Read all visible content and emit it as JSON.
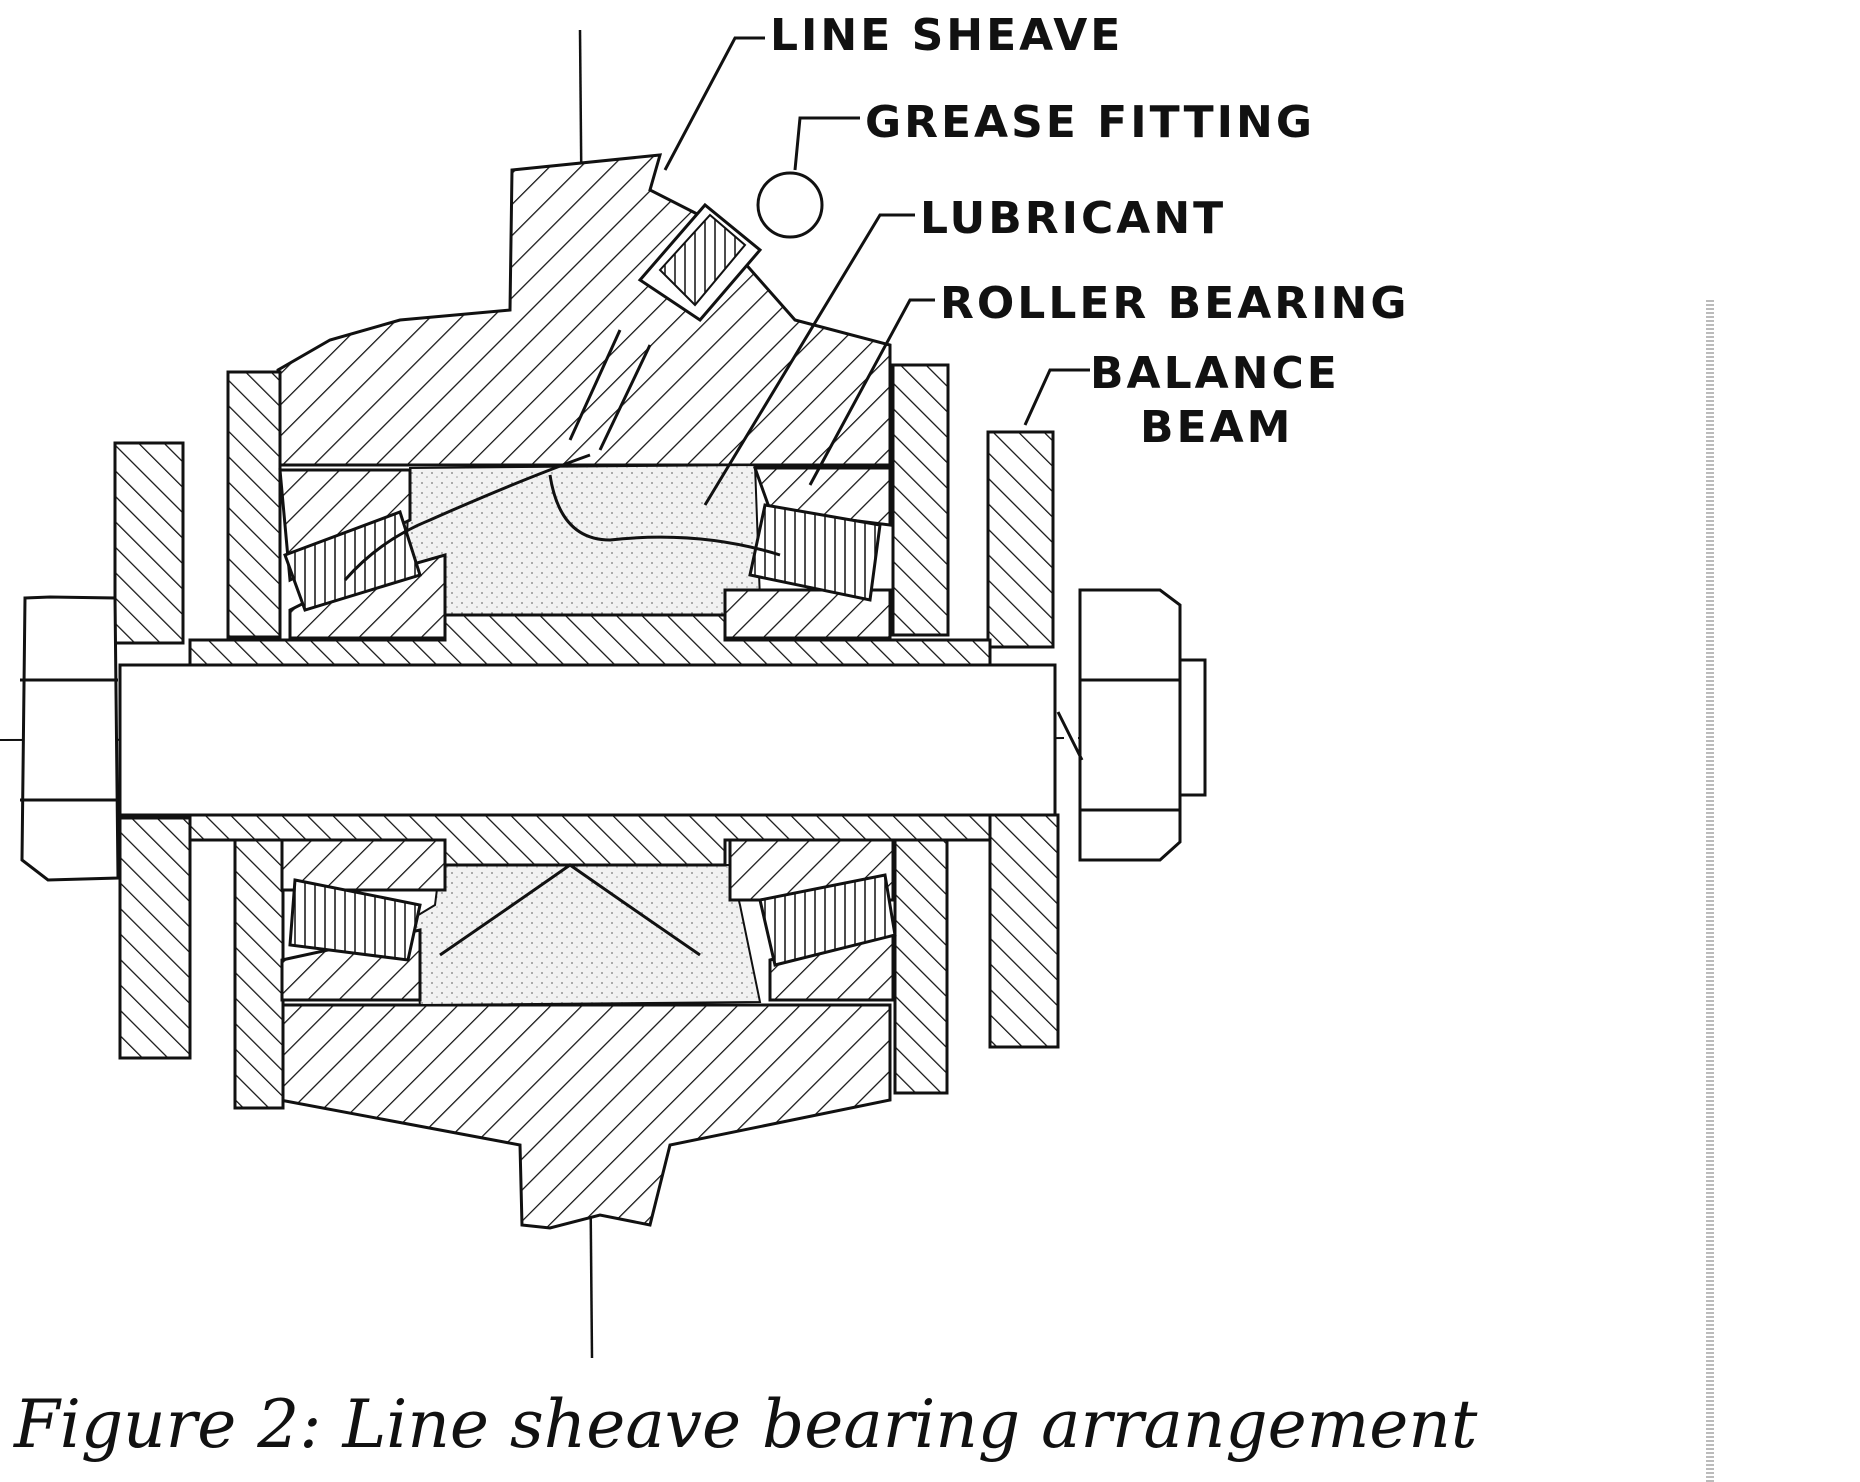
{
  "labels": {
    "line_sheave": "LINE SHEAVE",
    "grease_fitting": "GREASE FITTING",
    "lubricant": "LUBRICANT",
    "roller_bearing": "ROLLER BEARING",
    "balance_beam_line1": "BALANCE",
    "balance_beam_line2": "BEAM"
  },
  "caption": "Figure 2: Line sheave bearing arrangement",
  "colors": {
    "ink": "#111111",
    "lubricant": "#e8e8e8",
    "paper": "#ffffff"
  }
}
